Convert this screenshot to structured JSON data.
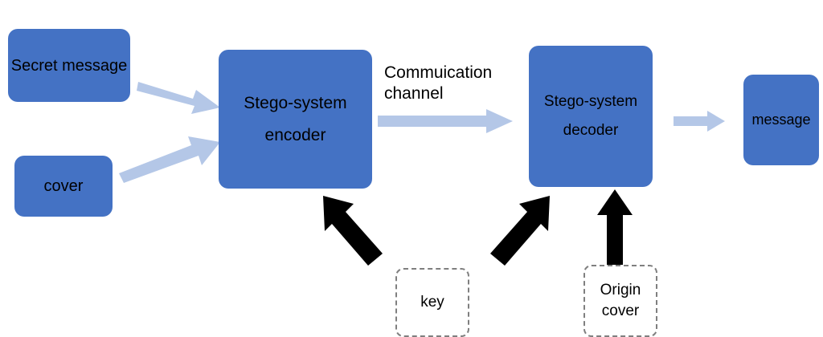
{
  "diagram": {
    "title_text": "",
    "colors": {
      "box_fill": "#4472C4",
      "light_arrow": "#B4C7E7",
      "dark_arrow": "#000000",
      "dashed_border": "#7f7f7f",
      "background": "#ffffff",
      "text": "#000000"
    },
    "nodes": [
      {
        "id": "secret-message",
        "label": "Secret message",
        "style": "blue"
      },
      {
        "id": "cover",
        "label": "cover",
        "style": "blue"
      },
      {
        "id": "stego-encoder",
        "label": "Stego-system\nencoder",
        "style": "blue"
      },
      {
        "id": "stego-decoder",
        "label": "Stego-system\ndecoder",
        "style": "blue"
      },
      {
        "id": "message",
        "label": "message",
        "style": "blue"
      },
      {
        "id": "key",
        "label": "key",
        "style": "dashed"
      },
      {
        "id": "origin-cover",
        "label": "Origin\ncover",
        "style": "dashed"
      }
    ],
    "labels": [
      {
        "id": "communication-channel",
        "text": "Commuication\nchannel"
      }
    ],
    "connectors": [
      {
        "id": "secret-message-to-encoder",
        "from": "secret-message",
        "to": "stego-encoder",
        "color": "light"
      },
      {
        "id": "cover-to-encoder",
        "from": "cover",
        "to": "stego-encoder",
        "color": "light"
      },
      {
        "id": "encoder-to-decoder",
        "from": "stego-encoder",
        "to": "stego-decoder",
        "color": "light"
      },
      {
        "id": "decoder-to-message",
        "from": "stego-decoder",
        "to": "message",
        "color": "light"
      },
      {
        "id": "key-to-encoder",
        "from": "key",
        "to": "stego-encoder",
        "color": "dark"
      },
      {
        "id": "key-to-decoder",
        "from": "key",
        "to": "stego-decoder",
        "color": "dark"
      },
      {
        "id": "origin-cover-to-decoder",
        "from": "origin-cover",
        "to": "stego-decoder",
        "color": "dark"
      }
    ]
  }
}
